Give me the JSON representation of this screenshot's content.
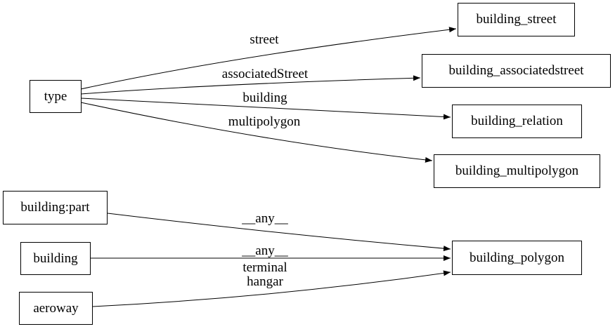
{
  "diagram": {
    "type": "directed-graph",
    "colors": {
      "background": "#ffffff",
      "node_fill": "#ffffff",
      "stroke": "#000000",
      "text": "#000000"
    },
    "nodes": [
      {
        "id": "type",
        "label": "type"
      },
      {
        "id": "building_street",
        "label": "building_street"
      },
      {
        "id": "building_associatedstreet",
        "label": "building_associatedstreet"
      },
      {
        "id": "building_relation",
        "label": "building_relation"
      },
      {
        "id": "building_multipolygon",
        "label": "building_multipolygon"
      },
      {
        "id": "building_polygon",
        "label": "building_polygon"
      },
      {
        "id": "building:part",
        "label": "building:part"
      },
      {
        "id": "building",
        "label": "building"
      },
      {
        "id": "aeroway",
        "label": "aeroway"
      }
    ],
    "edges": [
      {
        "from": "type",
        "to": "building_street",
        "label": "street"
      },
      {
        "from": "type",
        "to": "building_associatedstreet",
        "label": "associatedStreet"
      },
      {
        "from": "type",
        "to": "building_relation",
        "label": "building"
      },
      {
        "from": "type",
        "to": "building_multipolygon",
        "label": "multipolygon"
      },
      {
        "from": "building:part",
        "to": "building_polygon",
        "label": "__any__"
      },
      {
        "from": "building",
        "to": "building_polygon",
        "label": "__any__"
      },
      {
        "from": "aeroway",
        "to": "building_polygon",
        "label": "terminal\nhangar"
      }
    ]
  }
}
